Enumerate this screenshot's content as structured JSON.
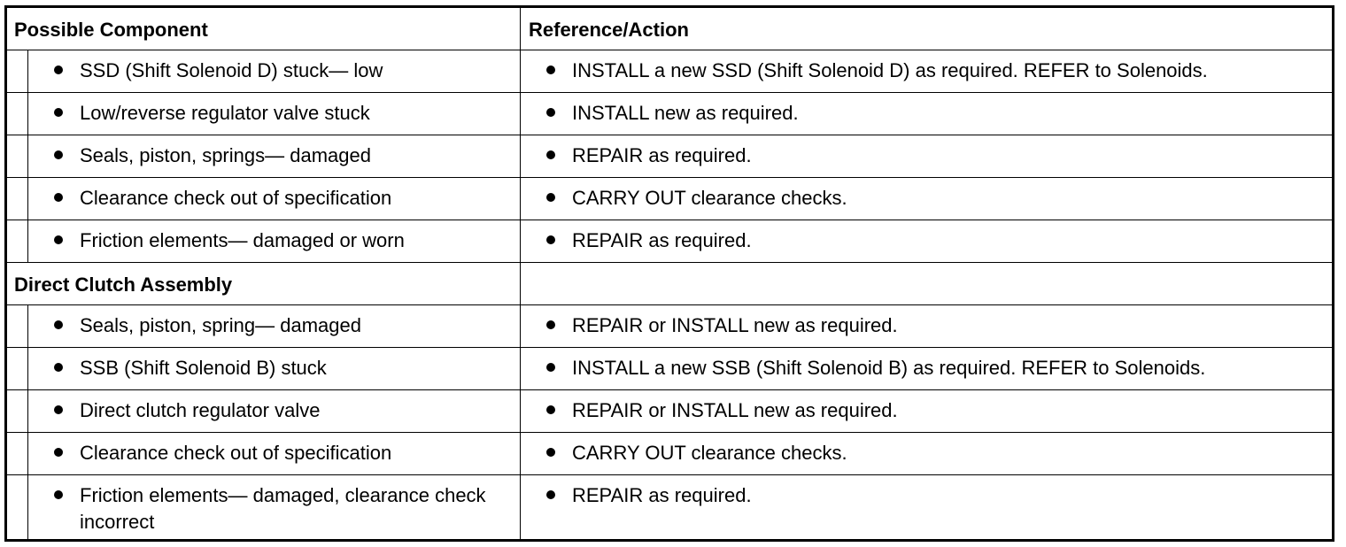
{
  "header": {
    "col1": "Possible Component",
    "col2": "Reference/Action"
  },
  "group1_rows": [
    {
      "component": "SSD (Shift Solenoid D) stuck— low",
      "action": "INSTALL a new SSD (Shift Solenoid D) as required. REFER to Solenoids."
    },
    {
      "component": "Low/reverse regulator valve stuck",
      "action": "INSTALL new as required."
    },
    {
      "component": "Seals, piston, springs— damaged",
      "action": "REPAIR as required."
    },
    {
      "component": "Clearance check out of specification",
      "action": "CARRY OUT clearance checks."
    },
    {
      "component": "Friction elements— damaged or worn",
      "action": "REPAIR as required."
    }
  ],
  "section": {
    "title": "Direct Clutch Assembly",
    "action": ""
  },
  "group2_rows": [
    {
      "component": "Seals, piston, spring— damaged",
      "action": "REPAIR or INSTALL new as required."
    },
    {
      "component": "SSB (Shift Solenoid B) stuck",
      "action": "INSTALL a new SSB (Shift Solenoid B) as required. REFER to Solenoids."
    },
    {
      "component": "Direct clutch regulator valve",
      "action": "REPAIR or INSTALL new as required."
    },
    {
      "component": "Clearance check out of specification",
      "action": "CARRY OUT clearance checks."
    },
    {
      "component": "Friction elements— damaged, clearance check incorrect",
      "action": "REPAIR as required."
    }
  ]
}
